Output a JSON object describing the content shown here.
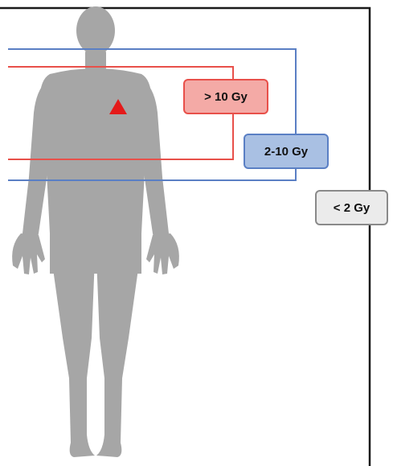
{
  "zones": {
    "high": {
      "label": "> 10 Gy",
      "color": "#e8504a"
    },
    "mid": {
      "label": "2-10 Gy",
      "color": "#5a7fc4"
    },
    "low": {
      "label": "< 2 Gy",
      "color": "#1a1a1a"
    }
  },
  "figure": {
    "body_color": "#a6a6a6",
    "marker_color": "#e41a1a",
    "marker_shape": "triangle-up"
  }
}
